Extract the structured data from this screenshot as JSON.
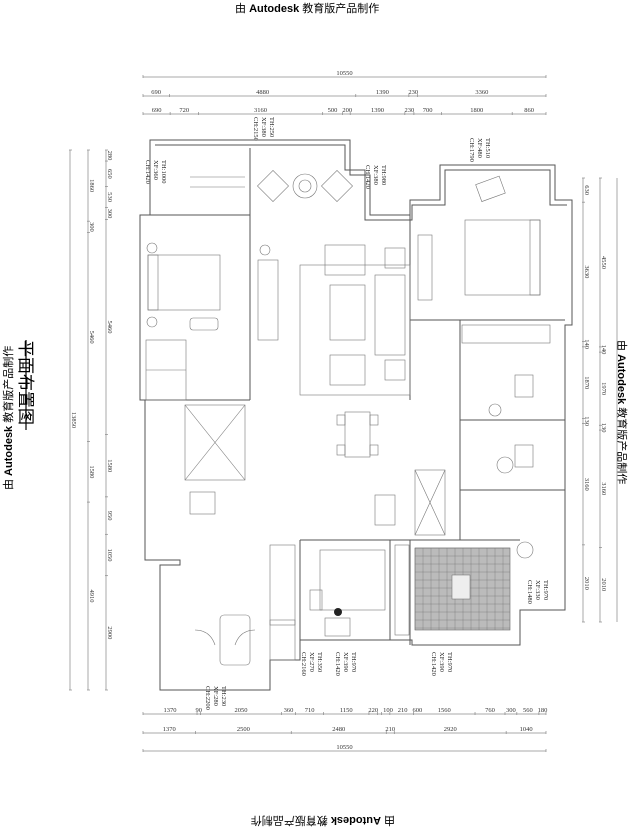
{
  "watermark": {
    "prefix": "由",
    "brand": "Autodesk",
    "suffix": "教育版产品制作"
  },
  "title": "平面布置图",
  "dimensions": {
    "top": [
      {
        "segments": [
          "10550"
        ]
      },
      {
        "segments": [
          "690",
          "4880",
          "1390",
          "230",
          "3360"
        ]
      },
      {
        "segments": [
          "690",
          "720",
          "3160",
          "500",
          "200",
          "1390",
          "230",
          "700",
          "1800",
          "860"
        ]
      }
    ],
    "bottom": [
      {
        "segments": [
          "1370",
          "90",
          "2050",
          "360",
          "710",
          "1150",
          "220",
          "100",
          "210",
          "600",
          "1560",
          "760",
          "300",
          "560",
          "180"
        ]
      },
      {
        "segments": [
          "1370",
          "2500",
          "2480",
          "210",
          "2920",
          "1040"
        ]
      },
      {
        "segments": [
          "10550"
        ]
      }
    ],
    "left": [
      {
        "segments": [
          "13850"
        ]
      },
      {
        "segments": [
          "1860",
          "300",
          "5460",
          "1580",
          "4910"
        ]
      },
      {
        "segments": [
          "280",
          "650",
          "530",
          "300",
          "5460",
          "1580",
          "950",
          "1050",
          "2900"
        ]
      }
    ],
    "right": [
      {
        "segments": [
          "630",
          "3630",
          "140",
          "1870",
          "130",
          "3160",
          "2010"
        ]
      },
      {
        "segments": [
          "4550",
          "140",
          "1970",
          "130",
          "3160",
          "2010"
        ]
      }
    ]
  },
  "annotations": [
    [
      "TH:1000",
      "XF:360",
      "CH:1420"
    ],
    [
      "TH:250",
      "XF:380",
      "CH:2150"
    ],
    [
      "TH:980",
      "XF:380",
      "CH:1420"
    ],
    [
      "TH:510",
      "XF:480",
      "CH:1790"
    ],
    [
      "TH:970",
      "XF:330",
      "CH:1480"
    ],
    [
      "TH:970",
      "XF:390",
      "CH:1420"
    ],
    [
      "TH:350",
      "XF:270",
      "CH:2160"
    ],
    [
      "TH:970",
      "XF:390",
      "CH:1420"
    ],
    [
      "TH:230",
      "XF:280",
      "CH:2200"
    ]
  ],
  "colors": {
    "wall": "#555555",
    "tatami": "#9a9a9a"
  }
}
